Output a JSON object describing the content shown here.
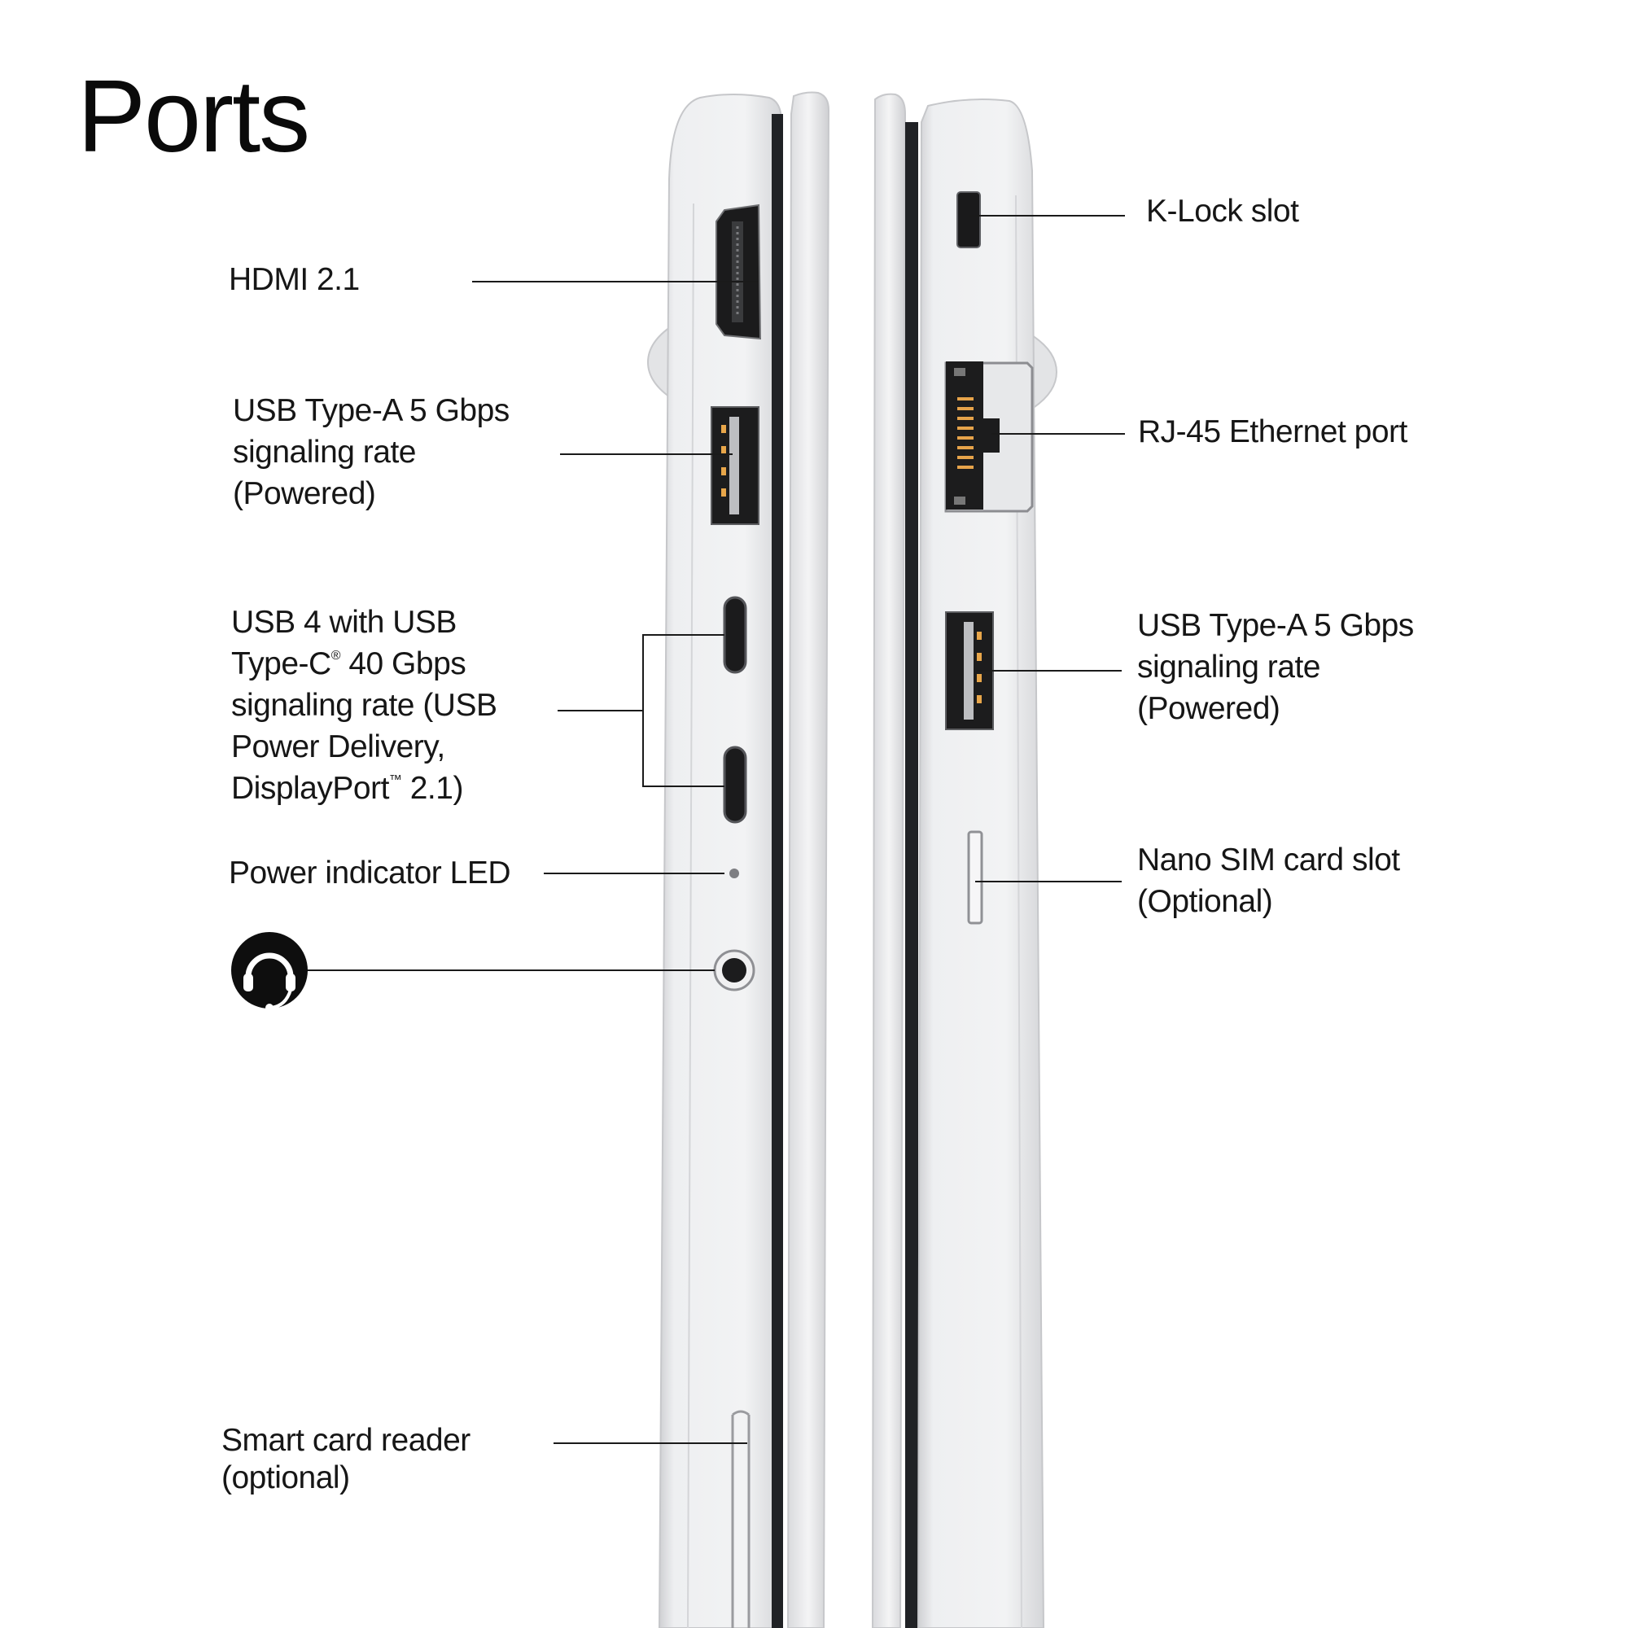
{
  "title": "Ports",
  "left_side": {
    "hdmi": "HDMI 2.1",
    "usba": [
      "USB Type-A 5 Gbps",
      "signaling rate",
      "(Powered)"
    ],
    "usbc": {
      "line1": "USB 4 with USB",
      "line2_a": "Type-C",
      "line2_sup": "®",
      "line2_b": " 40 Gbps",
      "line3": "signaling rate (USB",
      "line4": "Power Delivery,",
      "line5_a": "DisplayPort",
      "line5_sup": "™",
      "line5_b": " 2.1)"
    },
    "led": "Power indicator LED",
    "audio_icon": "headset-icon",
    "smartcard": [
      "Smart card reader",
      "(optional)"
    ]
  },
  "right_side": {
    "klock": "K-Lock slot",
    "rj45": "RJ-45 Ethernet port",
    "usba": [
      "USB Type-A 5 Gbps",
      "signaling rate",
      "(Powered)"
    ],
    "sim": [
      "Nano SIM card slot",
      "(Optional)"
    ]
  },
  "colors": {
    "chassis": "#e9eaec",
    "chassis_edge": "#c9cacd",
    "port_dark": "#1a1a1a",
    "text": "#161616"
  }
}
